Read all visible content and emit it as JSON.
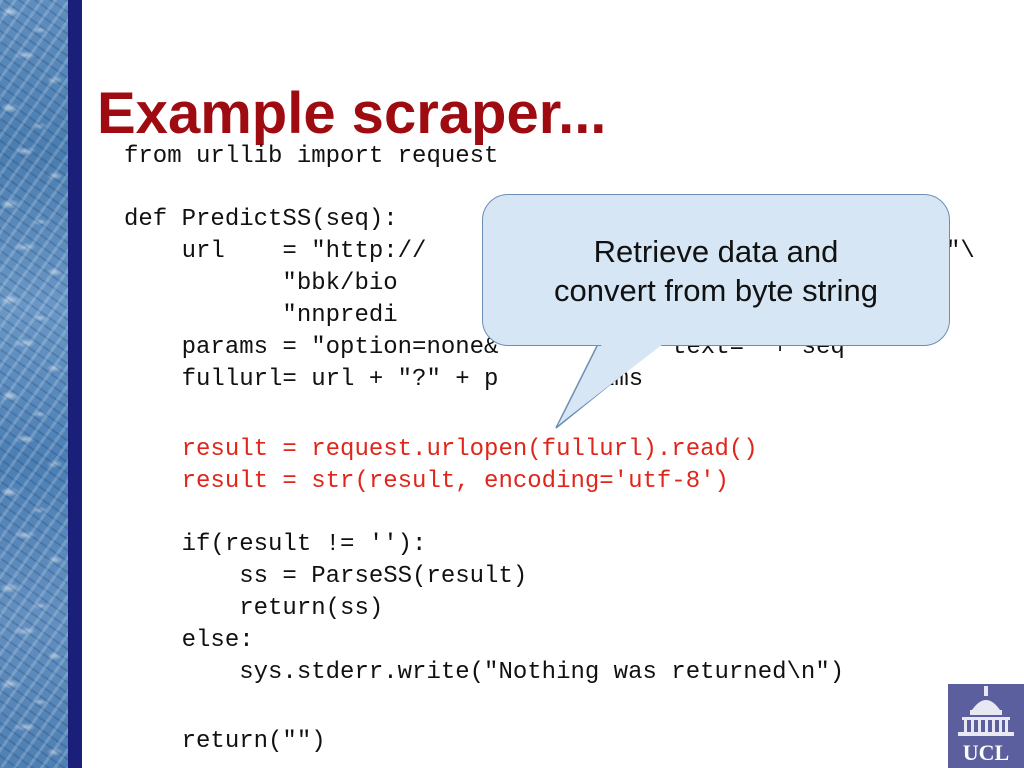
{
  "slide": {
    "title": "Example scraper...",
    "code": {
      "line1": "from urllib import request",
      "line2": "def PredictSS(seq):",
      "line3": "    url    = \"http://",
      "line3_tail": "\"\\",
      "line4": "           \"bbk/bio",
      "line5": "           \"nnpredi",
      "line6": "    params = \"option=none&",
      "line6_tail": "text=\" + seq",
      "line7": "    fullurl= url + \"?\" + p",
      "line7_tail": "ams",
      "line8": "    result = request.urlopen(fullurl).read()",
      "line9": "    result = str(result, encoding='utf-8')",
      "line10": "    if(result != ''):",
      "line11": "        ss = ParseSS(result)",
      "line12": "        return(ss)",
      "line13": "    else:",
      "line14": "        sys.stderr.write(\"Nothing was returned\\n\")",
      "line15": "    return(\"\")"
    },
    "callout": {
      "line1": "Retrieve data and",
      "line2": "convert from byte string"
    },
    "logo_text": "UCL"
  },
  "colors": {
    "title": "#9e0c12",
    "code_highlight": "#e0261b",
    "callout_fill": "#d6e6f4",
    "navy_bar": "#1a1f7a"
  }
}
